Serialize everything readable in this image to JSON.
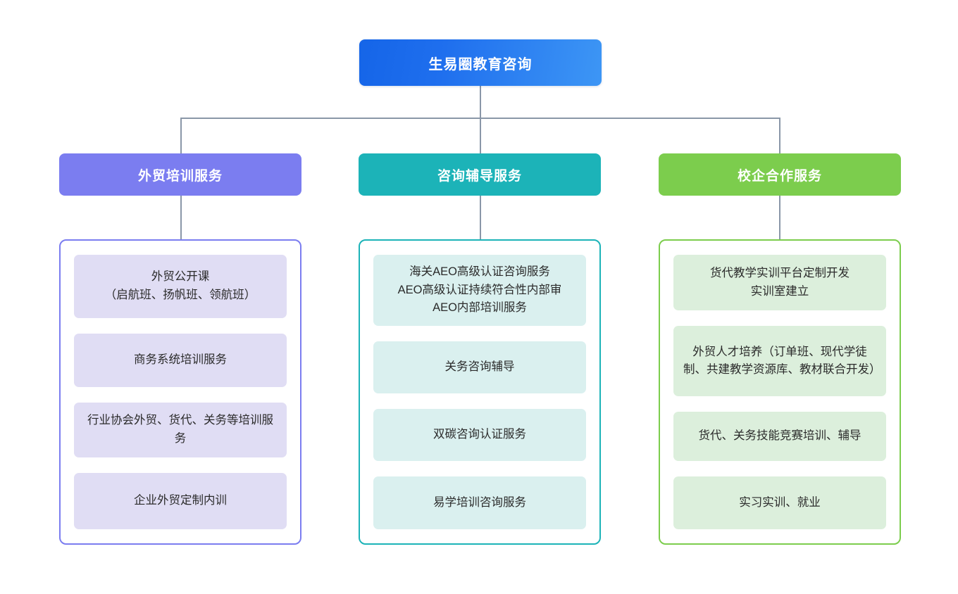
{
  "diagram": {
    "type": "organization-tree",
    "background_color": "#ffffff",
    "connector_color": "#8a97a8",
    "root": {
      "label": "生易圈教育咨询",
      "color": "#1f6fee",
      "gradient_from": "#1565e8",
      "gradient_to": "#3d96f5",
      "text_color": "#ffffff"
    },
    "branches": [
      {
        "header": "外贸培训服务",
        "header_color": "#7b7df0",
        "border_color": "#7b7df0",
        "card_color": "#e0ddf4",
        "items": [
          "外贸公开课\n（启航班、扬帆班、领航班）",
          "商务系统培训服务",
          "行业协会外贸、货代、关务等培训服务",
          "企业外贸定制内训"
        ]
      },
      {
        "header": "咨询辅导服务",
        "header_color": "#1cb3b8",
        "border_color": "#1cb3b8",
        "card_color": "#daf0ef",
        "items": [
          "海关AEO高级认证咨询服务\nAEO高级认证持续符合性内部审\nAEO内部培训服务",
          "关务咨询辅导",
          "双碳咨询认证服务",
          "易学培训咨询服务"
        ]
      },
      {
        "header": "校企合作服务",
        "header_color": "#7ccd4d",
        "border_color": "#7ccd4d",
        "card_color": "#dcefdc",
        "items": [
          "货代教学实训平台定制开发\n实训室建立",
          "外贸人才培养（订单班、现代学徒制、共建教学资源库、教材联合开发）",
          "货代、关务技能竞赛培训、辅导",
          "实习实训、就业"
        ]
      }
    ]
  }
}
